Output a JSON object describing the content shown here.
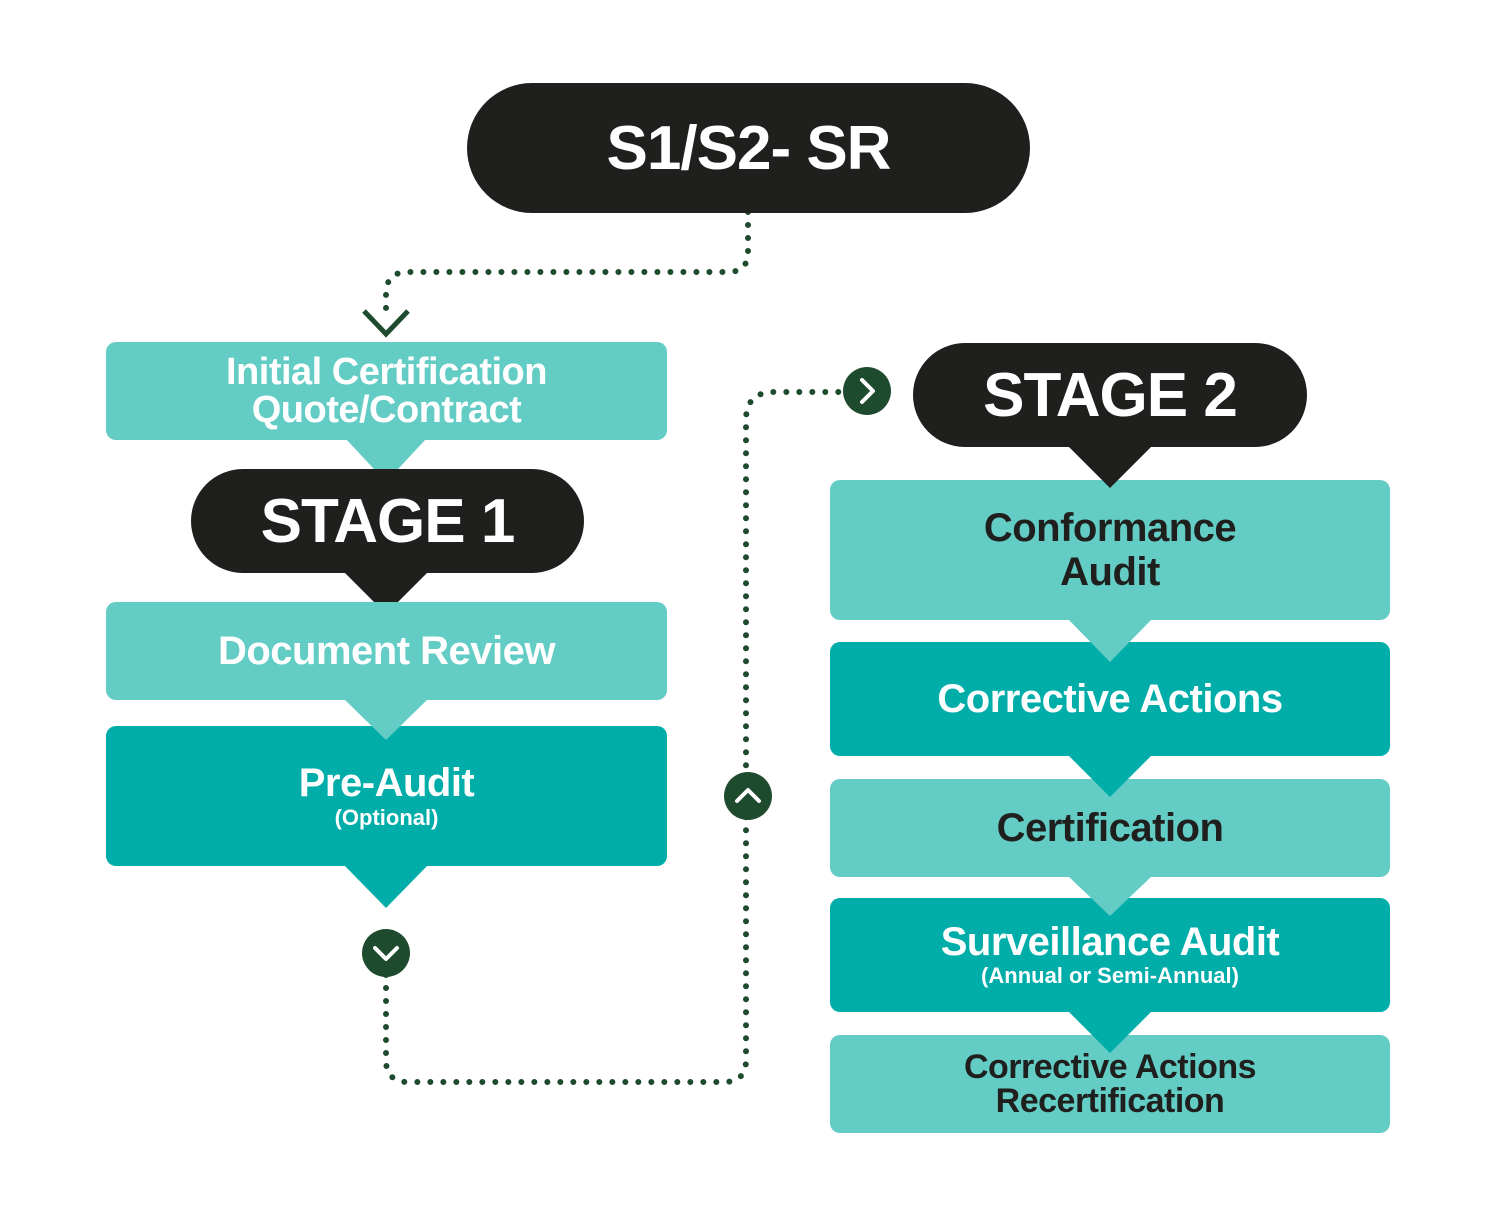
{
  "top_pill": {
    "label": "S1/S2- SR"
  },
  "stage1": {
    "label": "STAGE 1",
    "initial": {
      "line1": "Initial Certification",
      "line2": "Quote/Contract"
    },
    "document_review": "Document Review",
    "pre_audit": {
      "label": "Pre-Audit",
      "note": "(Optional)"
    }
  },
  "stage2": {
    "label": "STAGE 2",
    "conformance": {
      "line1": "Conformance",
      "line2": "Audit"
    },
    "corrective_actions": "Corrective Actions",
    "certification": "Certification",
    "surveillance": {
      "label": "Surveillance Audit",
      "note": "(Annual or Semi-Annual)"
    },
    "recert": {
      "line1": "Corrective Actions",
      "line2": "Recertification"
    }
  },
  "colors": {
    "pill": "#1f1f1e",
    "light_teal": "#63ccc5",
    "dark_teal": "#00ada8",
    "connector": "#1e4a2e"
  },
  "icons": [
    "chevron-down-icon",
    "chevron-right-icon",
    "chevron-up-icon"
  ]
}
